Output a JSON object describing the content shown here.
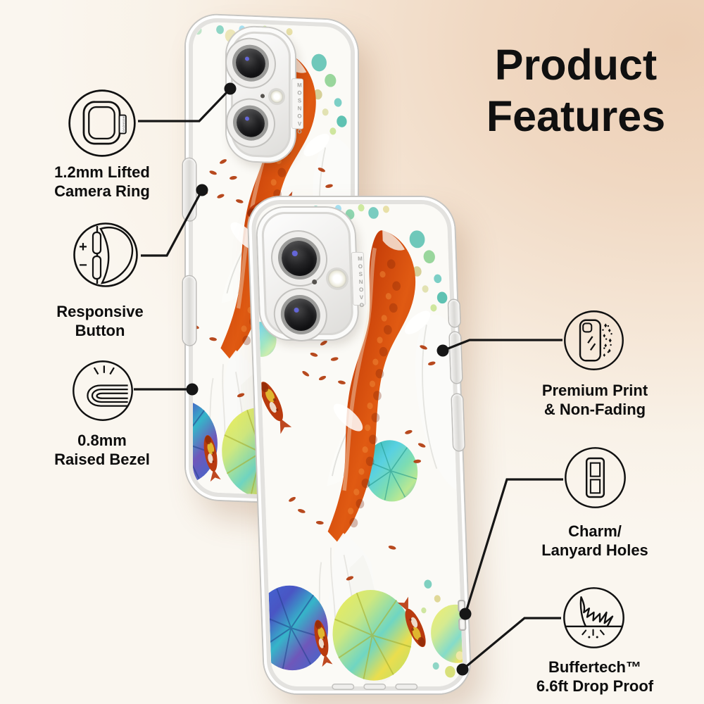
{
  "title": {
    "line1": "Product",
    "line2": "Features"
  },
  "brand": {
    "name": "MOSNOVO"
  },
  "product": {
    "design": "koi-fish-clear-case"
  },
  "features": [
    {
      "id": "camera-ring",
      "icon": "camera-ring-icon",
      "label_line1": "1.2mm Lifted",
      "label_line2": "Camera Ring"
    },
    {
      "id": "responsive-button",
      "icon": "responsive-button-icon",
      "label_line1": "Responsive",
      "label_line2": "Button",
      "plus_glyph": "+",
      "minus_glyph": "−"
    },
    {
      "id": "raised-bezel",
      "icon": "raised-bezel-icon",
      "label_line1": "0.8mm",
      "label_line2": "Raised Bezel"
    },
    {
      "id": "premium-print",
      "icon": "premium-print-icon",
      "label_line1": "Premium Print",
      "label_line2": "& Non-Fading"
    },
    {
      "id": "lanyard-holes",
      "icon": "lanyard-holes-icon",
      "label_line1": "Charm/",
      "label_line2": "Lanyard Holes"
    },
    {
      "id": "drop-proof",
      "icon": "drop-proof-icon",
      "label_line1": "Buffertech™",
      "label_line2": "6.6ft Drop Proof"
    }
  ],
  "colors": {
    "background_peach": "#ecceb4",
    "background_cream": "#faf6ef",
    "text": "#0e0e0e",
    "leader_line": "#161616",
    "koi_orange": "#c8440a",
    "pad_teal": "#52cfe0",
    "pad_blue": "#3a67d6",
    "pad_yellow": "#f2ec52",
    "case_silver": "#d9d8d5"
  }
}
